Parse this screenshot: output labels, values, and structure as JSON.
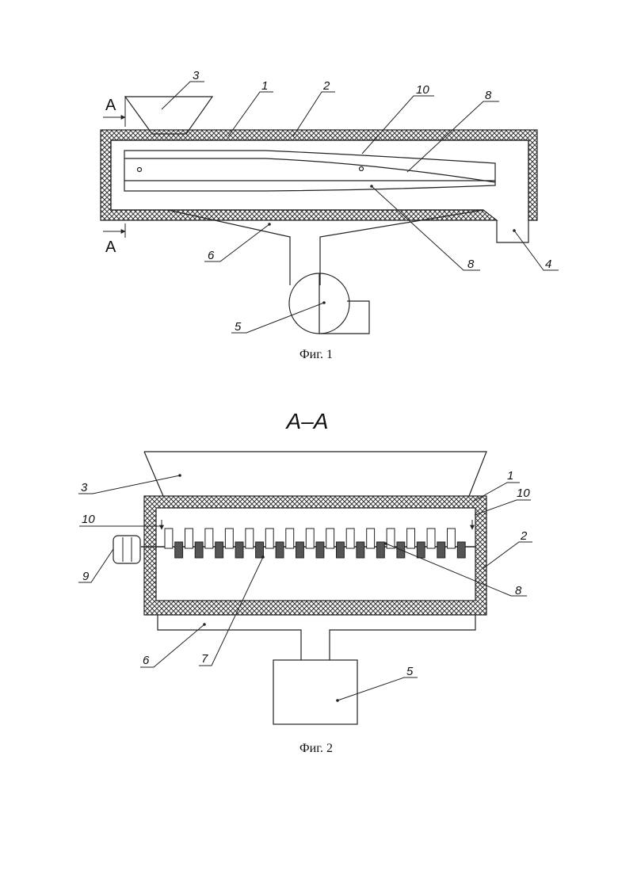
{
  "figure1": {
    "caption": "Фиг. 1",
    "section_mark": "А",
    "labels": {
      "l1": "1",
      "l2": "2",
      "l3": "3",
      "l4": "4",
      "l5": "5",
      "l6": "6",
      "l8a": "8",
      "l8b": "8",
      "l10": "10"
    }
  },
  "figure2": {
    "section_title": "А–А",
    "caption": "Фиг. 2",
    "labels": {
      "l1": "1",
      "l2": "2",
      "l3": "3",
      "l5": "5",
      "l6": "6",
      "l7": "7",
      "l8": "8",
      "l9": "9",
      "l10a": "10",
      "l10b": "10"
    }
  }
}
